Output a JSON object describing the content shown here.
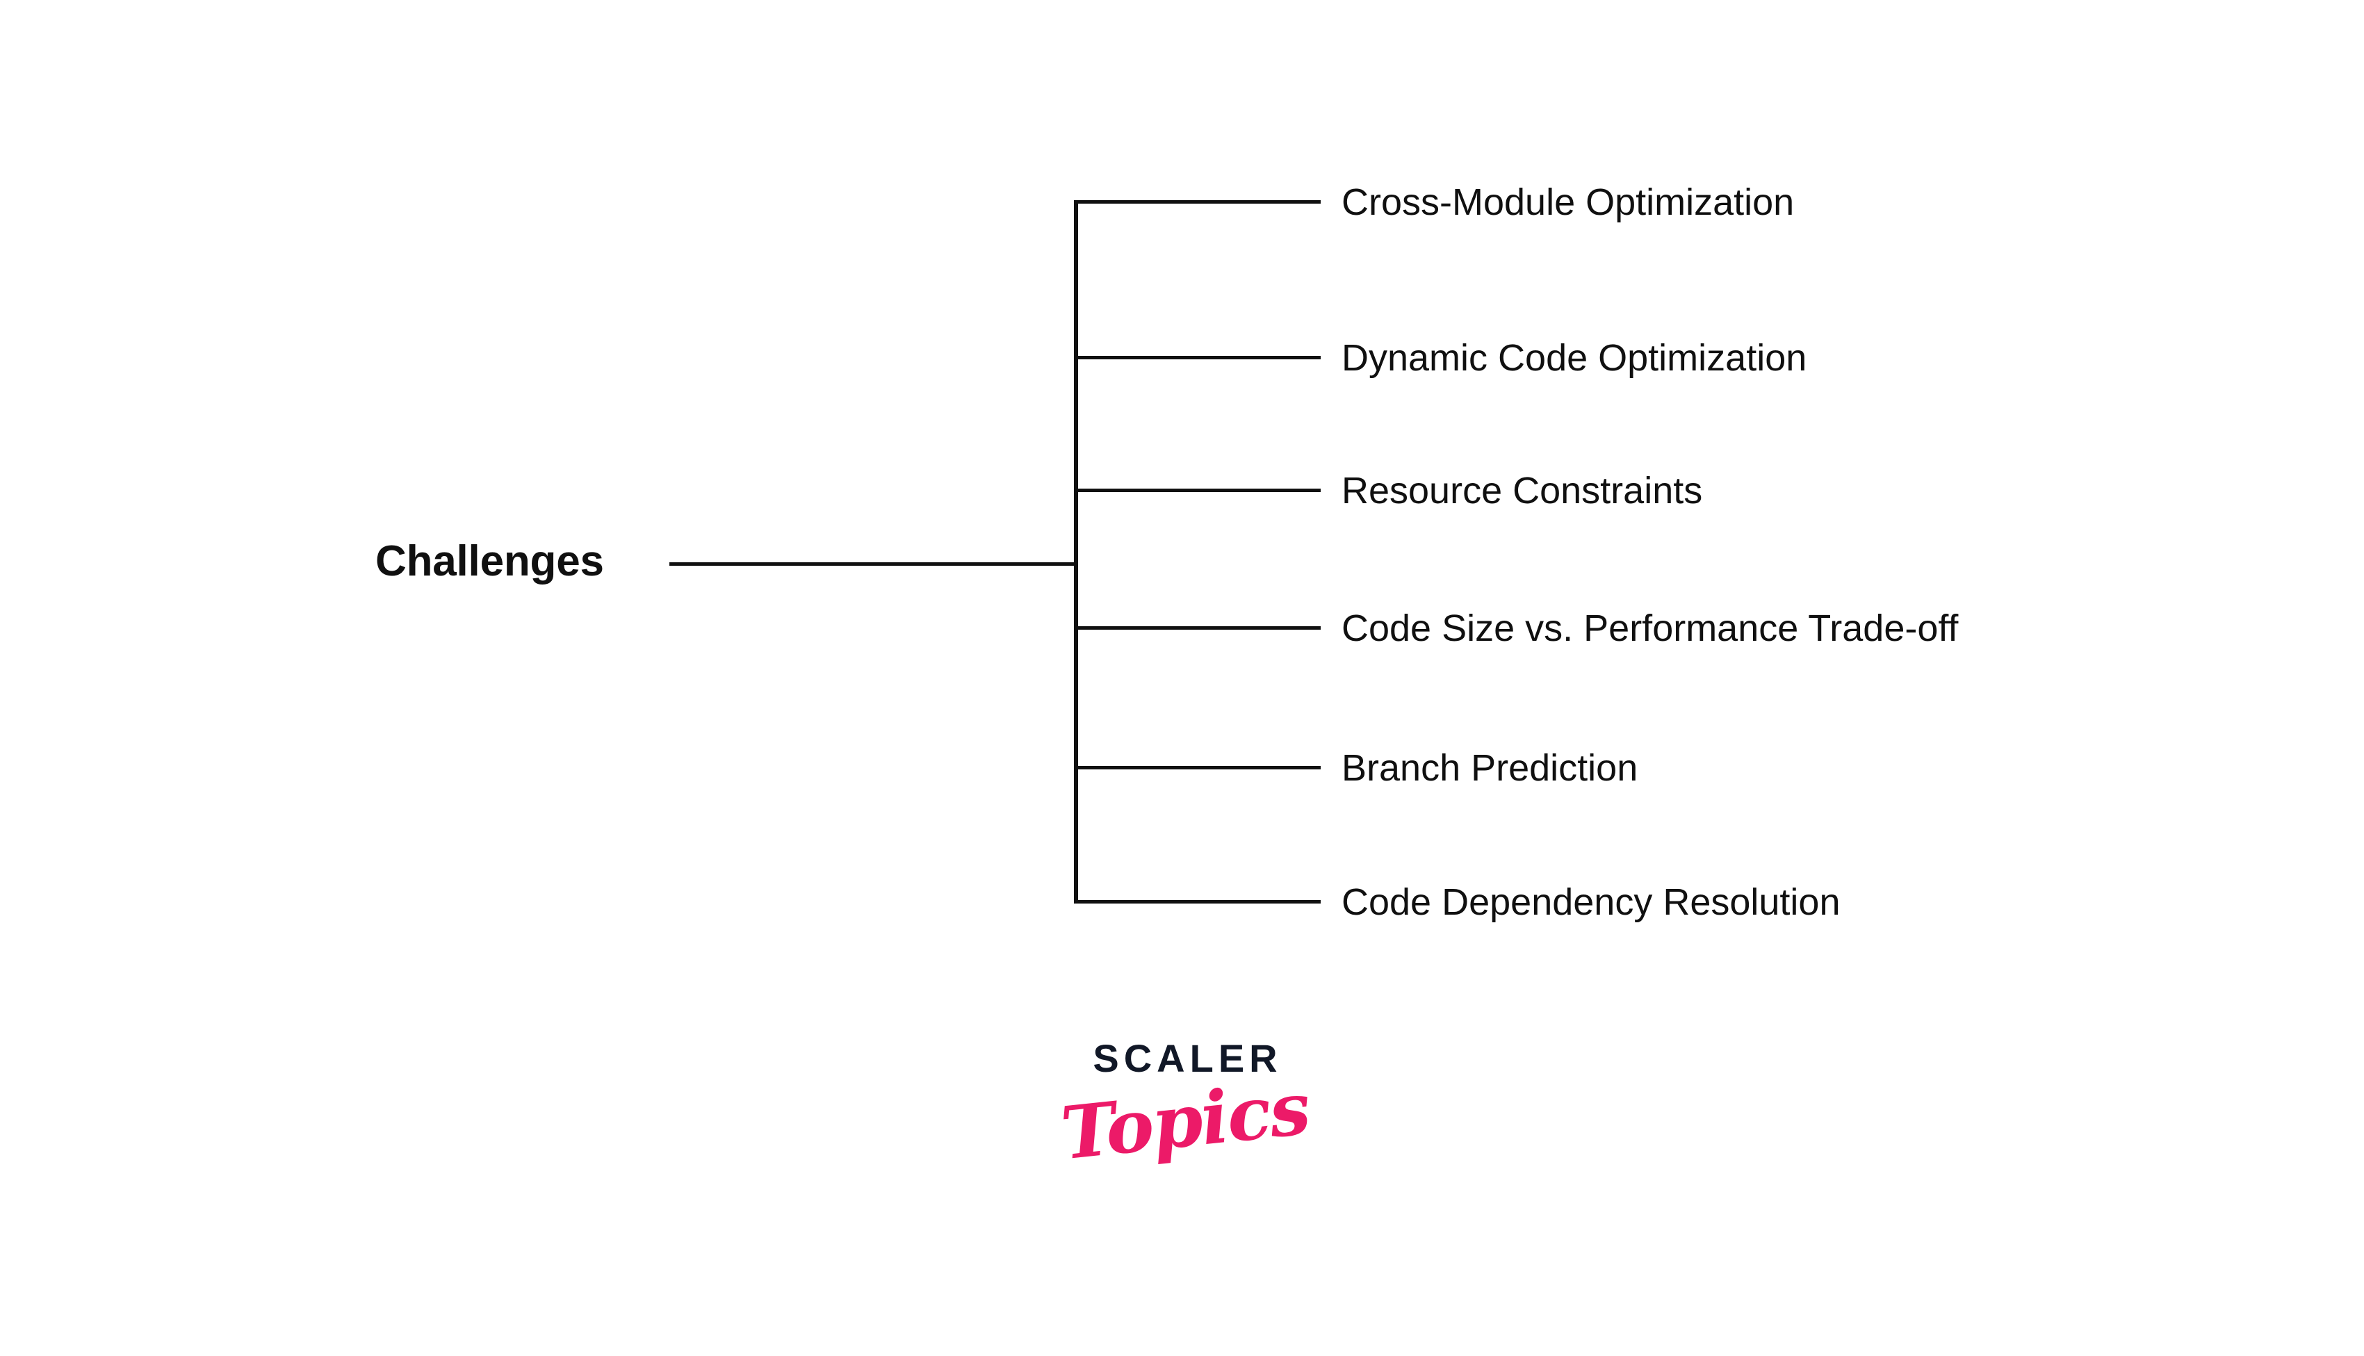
{
  "diagram": {
    "type": "horizontal-tree",
    "root": {
      "label": "Challenges"
    },
    "branches": [
      {
        "label": "Cross-Module Optimization"
      },
      {
        "label": "Dynamic Code Optimization"
      },
      {
        "label": "Resource Constraints"
      },
      {
        "label": "Code Size vs. Performance Trade-off"
      },
      {
        "label": "Branch Prediction"
      },
      {
        "label": "Code Dependency Resolution"
      }
    ]
  },
  "branding": {
    "scaler": "SCALER",
    "topics": "Topics"
  },
  "colors": {
    "background": "#ffffff",
    "line": "#101010",
    "text": "#101010",
    "brand_dark": "#111827",
    "brand_pink": "#EC1A68"
  }
}
